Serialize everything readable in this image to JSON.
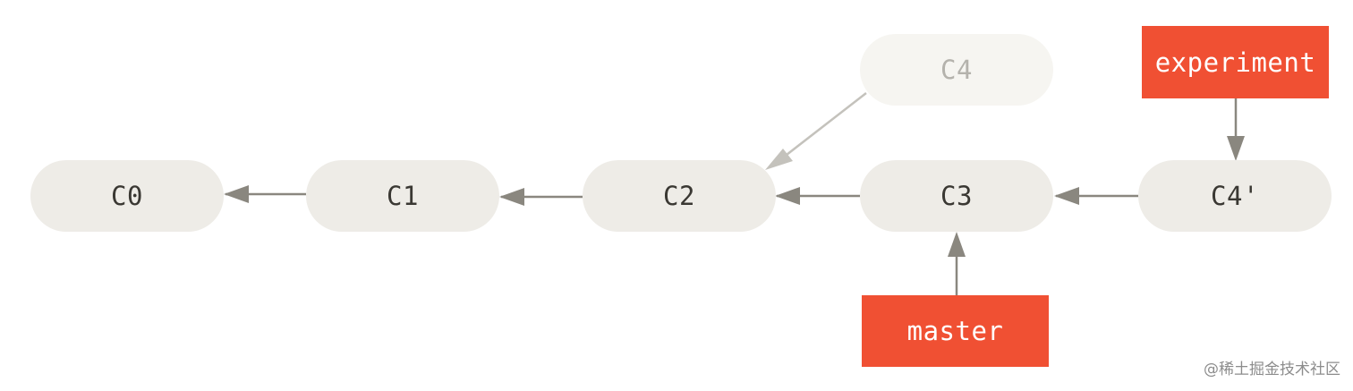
{
  "commits": [
    {
      "id": "C0",
      "ghost": false
    },
    {
      "id": "C1",
      "ghost": false
    },
    {
      "id": "C2",
      "ghost": false
    },
    {
      "id": "C3",
      "ghost": false
    },
    {
      "id": "C4'",
      "ghost": false
    },
    {
      "id": "C4",
      "ghost": true
    }
  ],
  "branches": [
    {
      "name": "experiment",
      "points_to": "C4'"
    },
    {
      "name": "master",
      "points_to": "C3"
    }
  ],
  "edges": [
    {
      "from": "C1",
      "to": "C0"
    },
    {
      "from": "C2",
      "to": "C1"
    },
    {
      "from": "C3",
      "to": "C2"
    },
    {
      "from": "C4'",
      "to": "C3"
    },
    {
      "from": "C4",
      "to": "C2",
      "ghost": true
    }
  ],
  "colors": {
    "commit_fill": "#eeece7",
    "ghost_fill": "#f6f5f1",
    "branch_fill": "#f05033",
    "arrow": "#8a877f",
    "ghost_arrow": "#c4c2bc"
  },
  "watermark": "@稀土掘金技术社区"
}
